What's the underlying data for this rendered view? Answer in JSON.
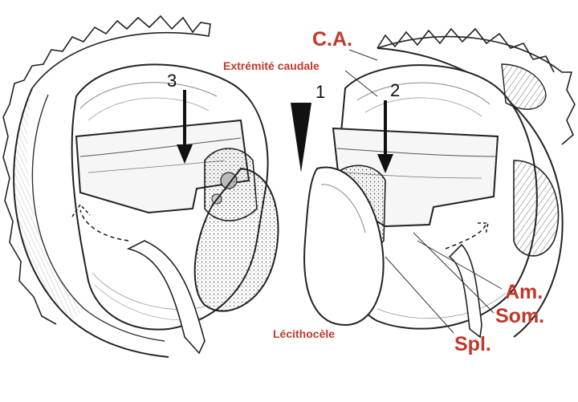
{
  "labels": {
    "ca": "C.A.",
    "extremite": "Extrémité caudale",
    "lecithocele": "Lécithocèle",
    "am": "Am.",
    "som": "Som.",
    "spl": "Spl."
  },
  "markers": {
    "one": "1",
    "two": "2",
    "three": "3"
  },
  "colors": {
    "label": "#c0392b",
    "ink": "#111111",
    "shade": "#9a9a9a",
    "background": "#ffffff"
  }
}
